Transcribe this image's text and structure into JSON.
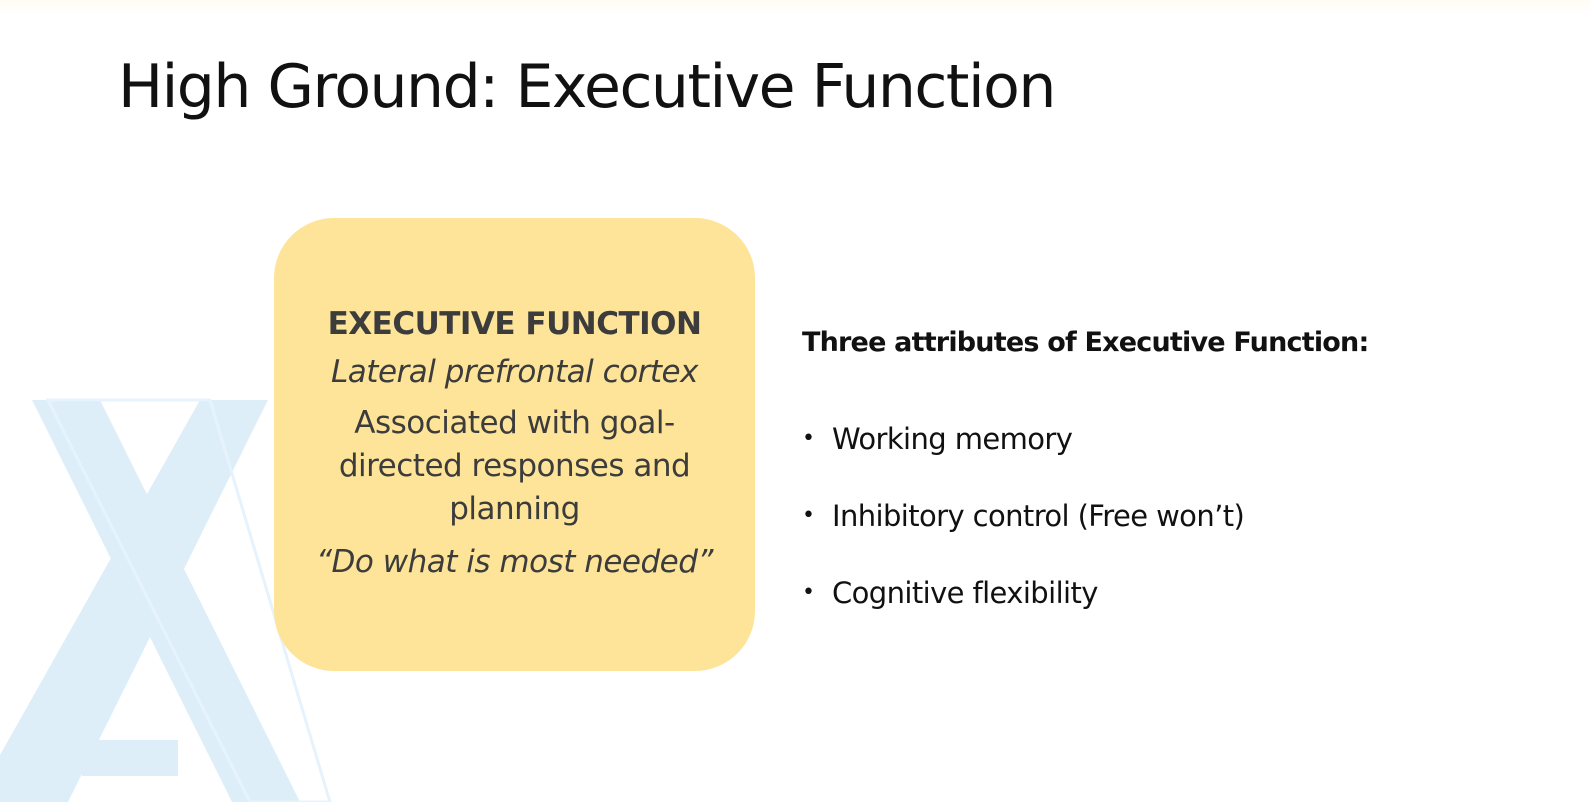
{
  "slide": {
    "title": "High Ground: Executive Function",
    "card": {
      "heading": "EXECUTIVE FUNCTION",
      "subtitle": "Lateral prefrontal cortex",
      "description": "Associated with goal-directed responses and planning",
      "quote": "“Do what is most needed”",
      "background_color": "#fde498"
    },
    "attributes": {
      "title": "Three attributes of Executive Function:",
      "bullet": "•",
      "items": [
        {
          "label": "Working memory"
        },
        {
          "label": "Inhibitory control (Free won’t)"
        },
        {
          "label": "Cognitive flexibility"
        }
      ]
    },
    "watermark": {
      "icon": "logo-watermark",
      "color": "#d6ebf9"
    }
  }
}
